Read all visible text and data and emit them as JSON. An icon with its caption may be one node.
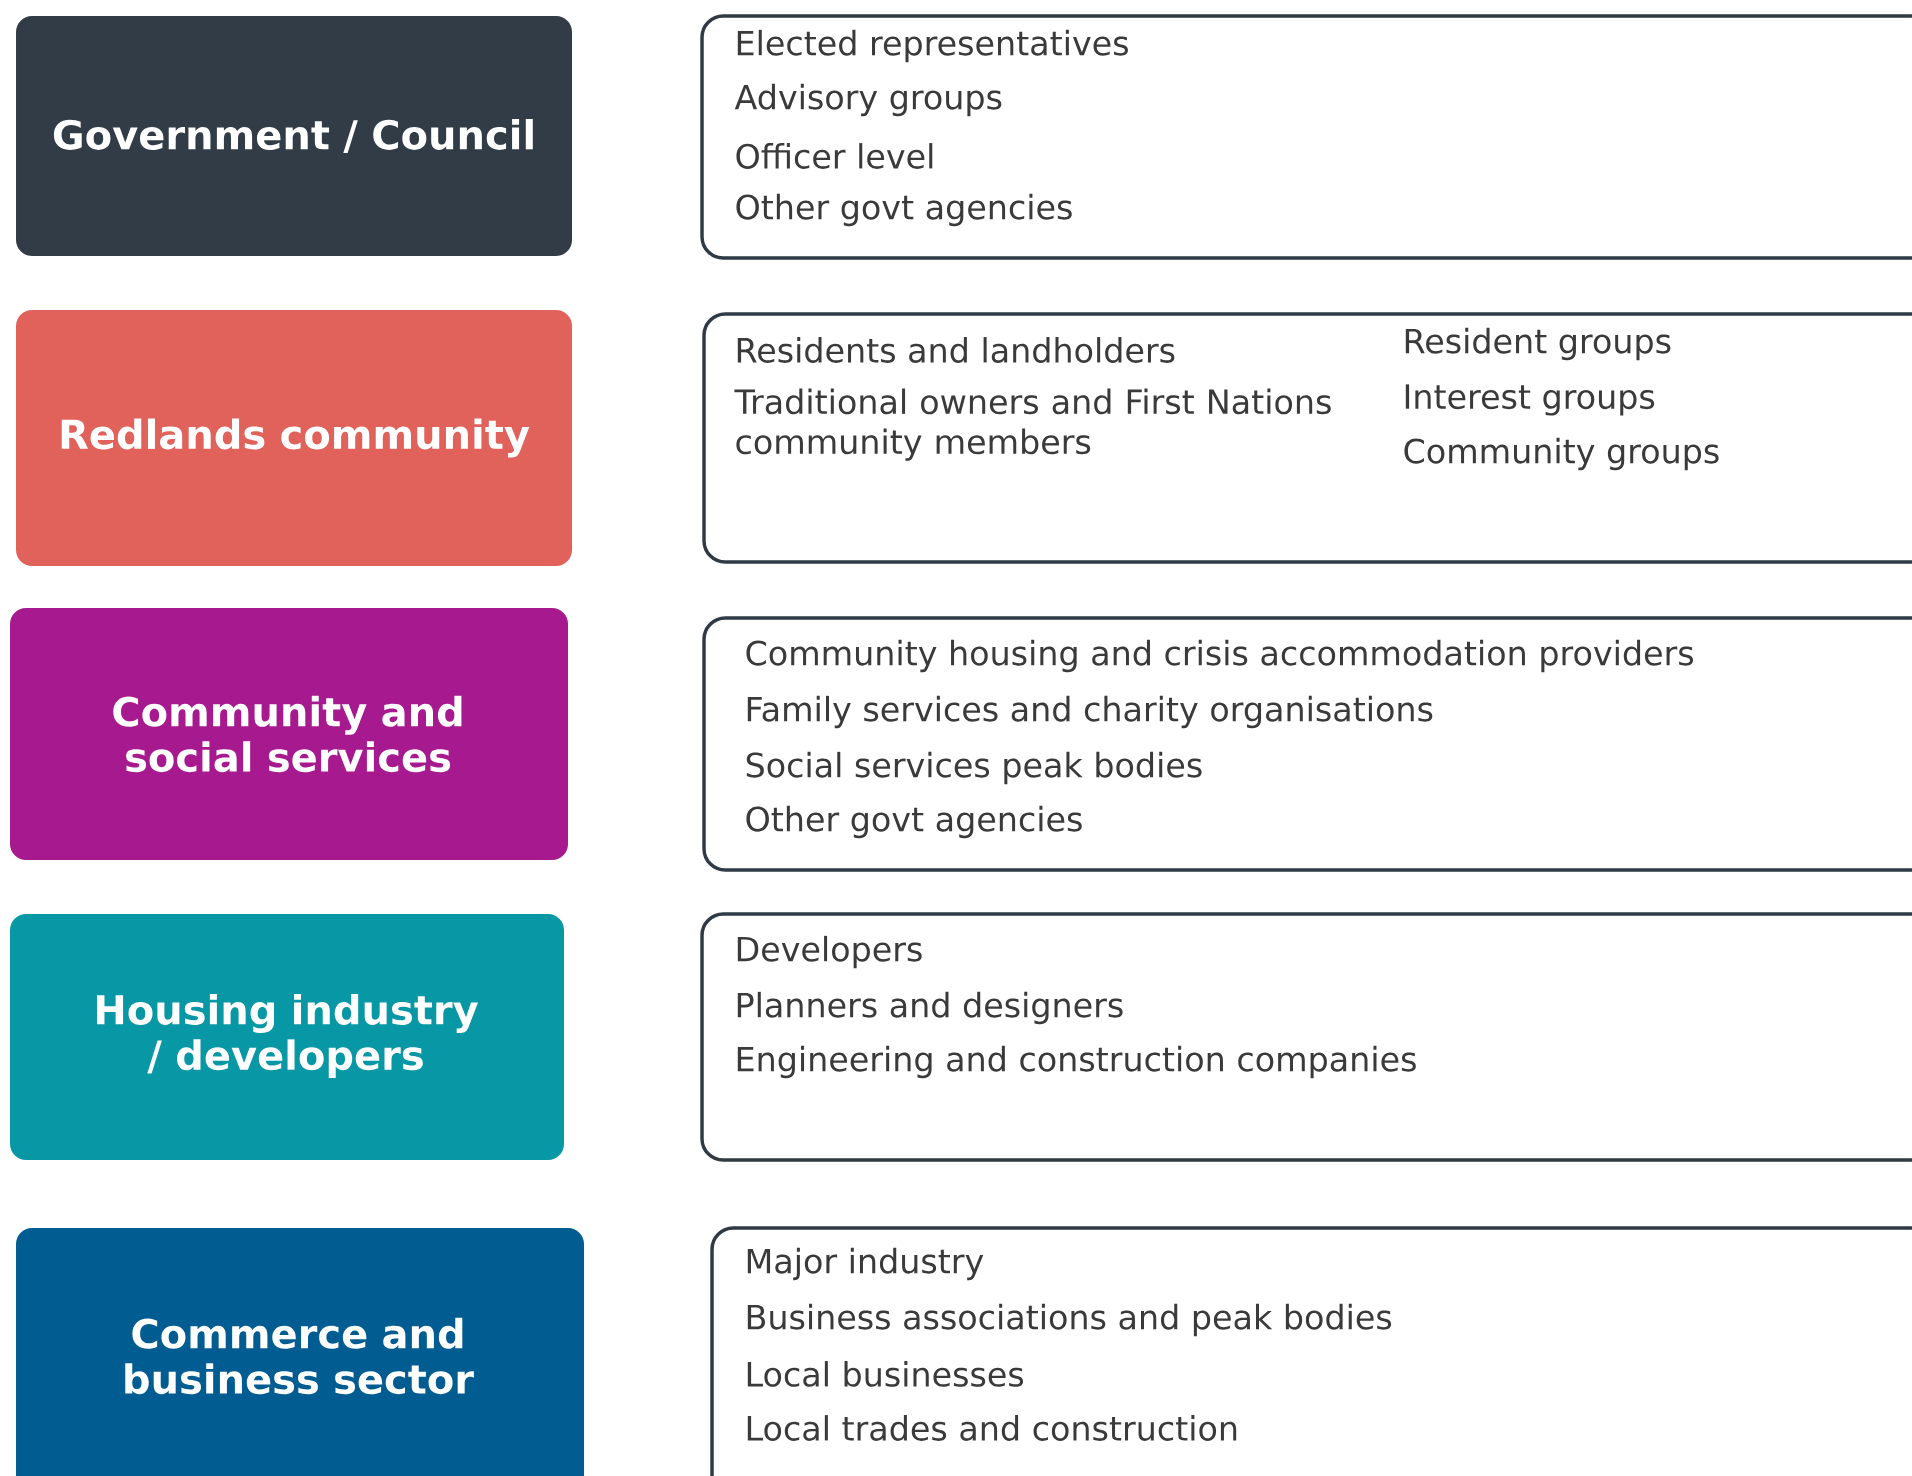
{
  "diagram": {
    "nodes": [
      {
        "text": [
          "Government / Council"
        ]
      },
      {
        "text": [
          "Elected representatives",
          "Advisory groups",
          "Officer level",
          "Other govt agencies"
        ]
      },
      {
        "text": [
          "Redlands community"
        ]
      },
      {
        "text": [
          "Residents and landholders",
          "Traditional owners and First Nations community members",
          "Resident groups",
          "Interest groups",
          "Community groups"
        ]
      },
      {
        "text": [
          "Community and social services"
        ]
      },
      {
        "text": [
          "Community housing and crisis accommodation providers",
          "Family services and charity organisations",
          "Social services peak bodies",
          "Other govt agencies"
        ]
      },
      {
        "text": [
          "Housing industry / developers"
        ]
      },
      {
        "text": [
          "Developers",
          "Planners and designers",
          "Engineering and construction companies"
        ]
      },
      {
        "text": [
          "Commerce and business sector"
        ]
      },
      {
        "text": [
          "Major industry",
          "Business associations and peak bodies",
          "Local businesses",
          "Local trades and construction"
        ]
      }
    ]
  }
}
